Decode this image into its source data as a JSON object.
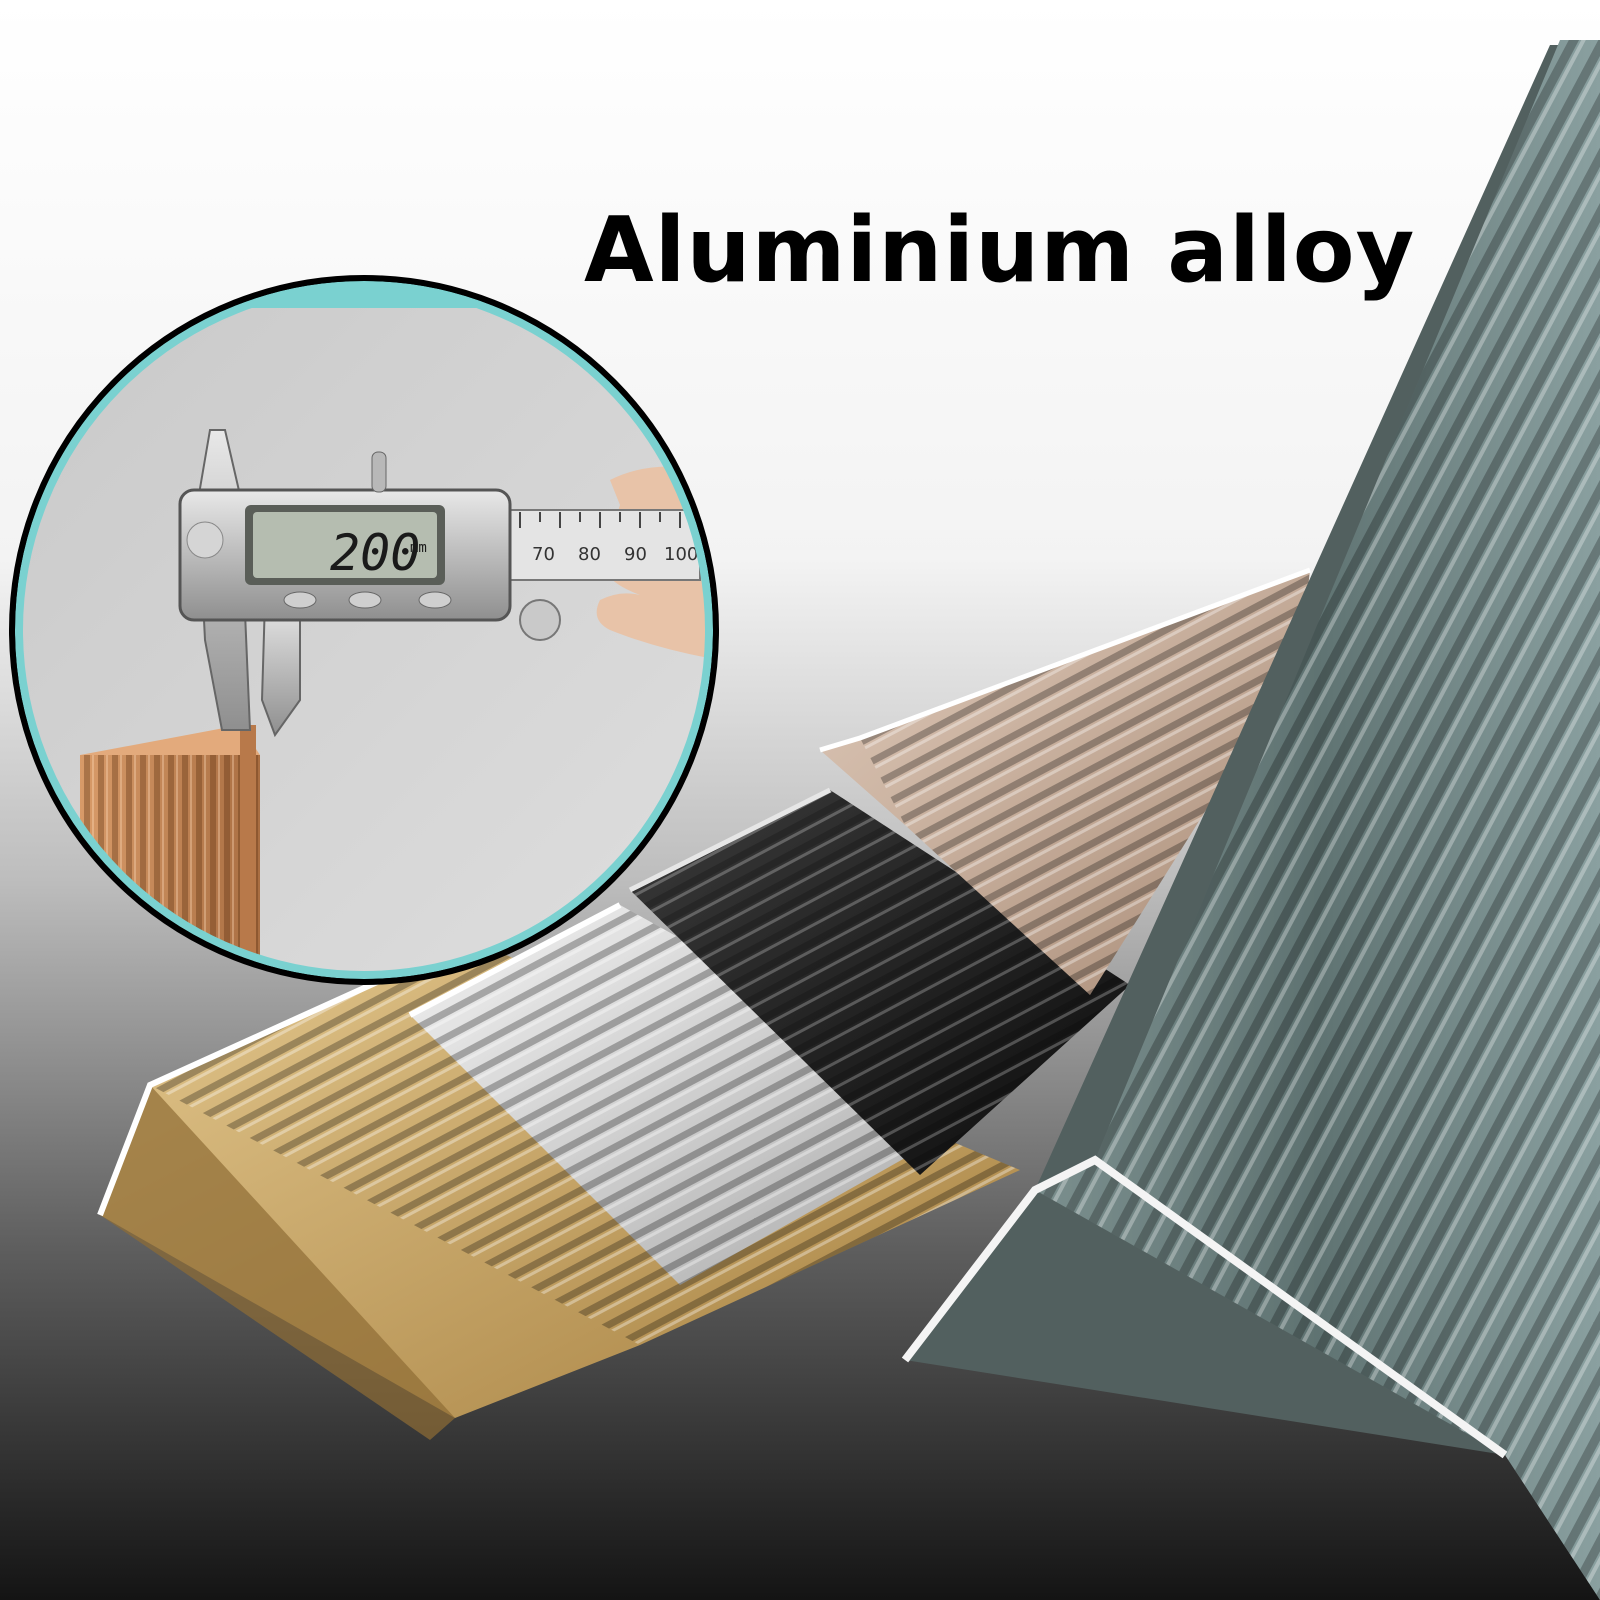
{
  "headline": "Aluminium alloy",
  "inset": {
    "caliper_reading": "200",
    "caliper_unit": "mm",
    "scale_labels": [
      "70",
      "80",
      "90",
      "100"
    ]
  },
  "profile_colors": {
    "gold": "#c9a463",
    "silver": "#d7d7d7",
    "black": "#1c1c1c",
    "champagne": "#c8ad96",
    "slate_green": "#5f7372",
    "copper": "#c88a58",
    "inset_border": "#7ad1d0"
  }
}
